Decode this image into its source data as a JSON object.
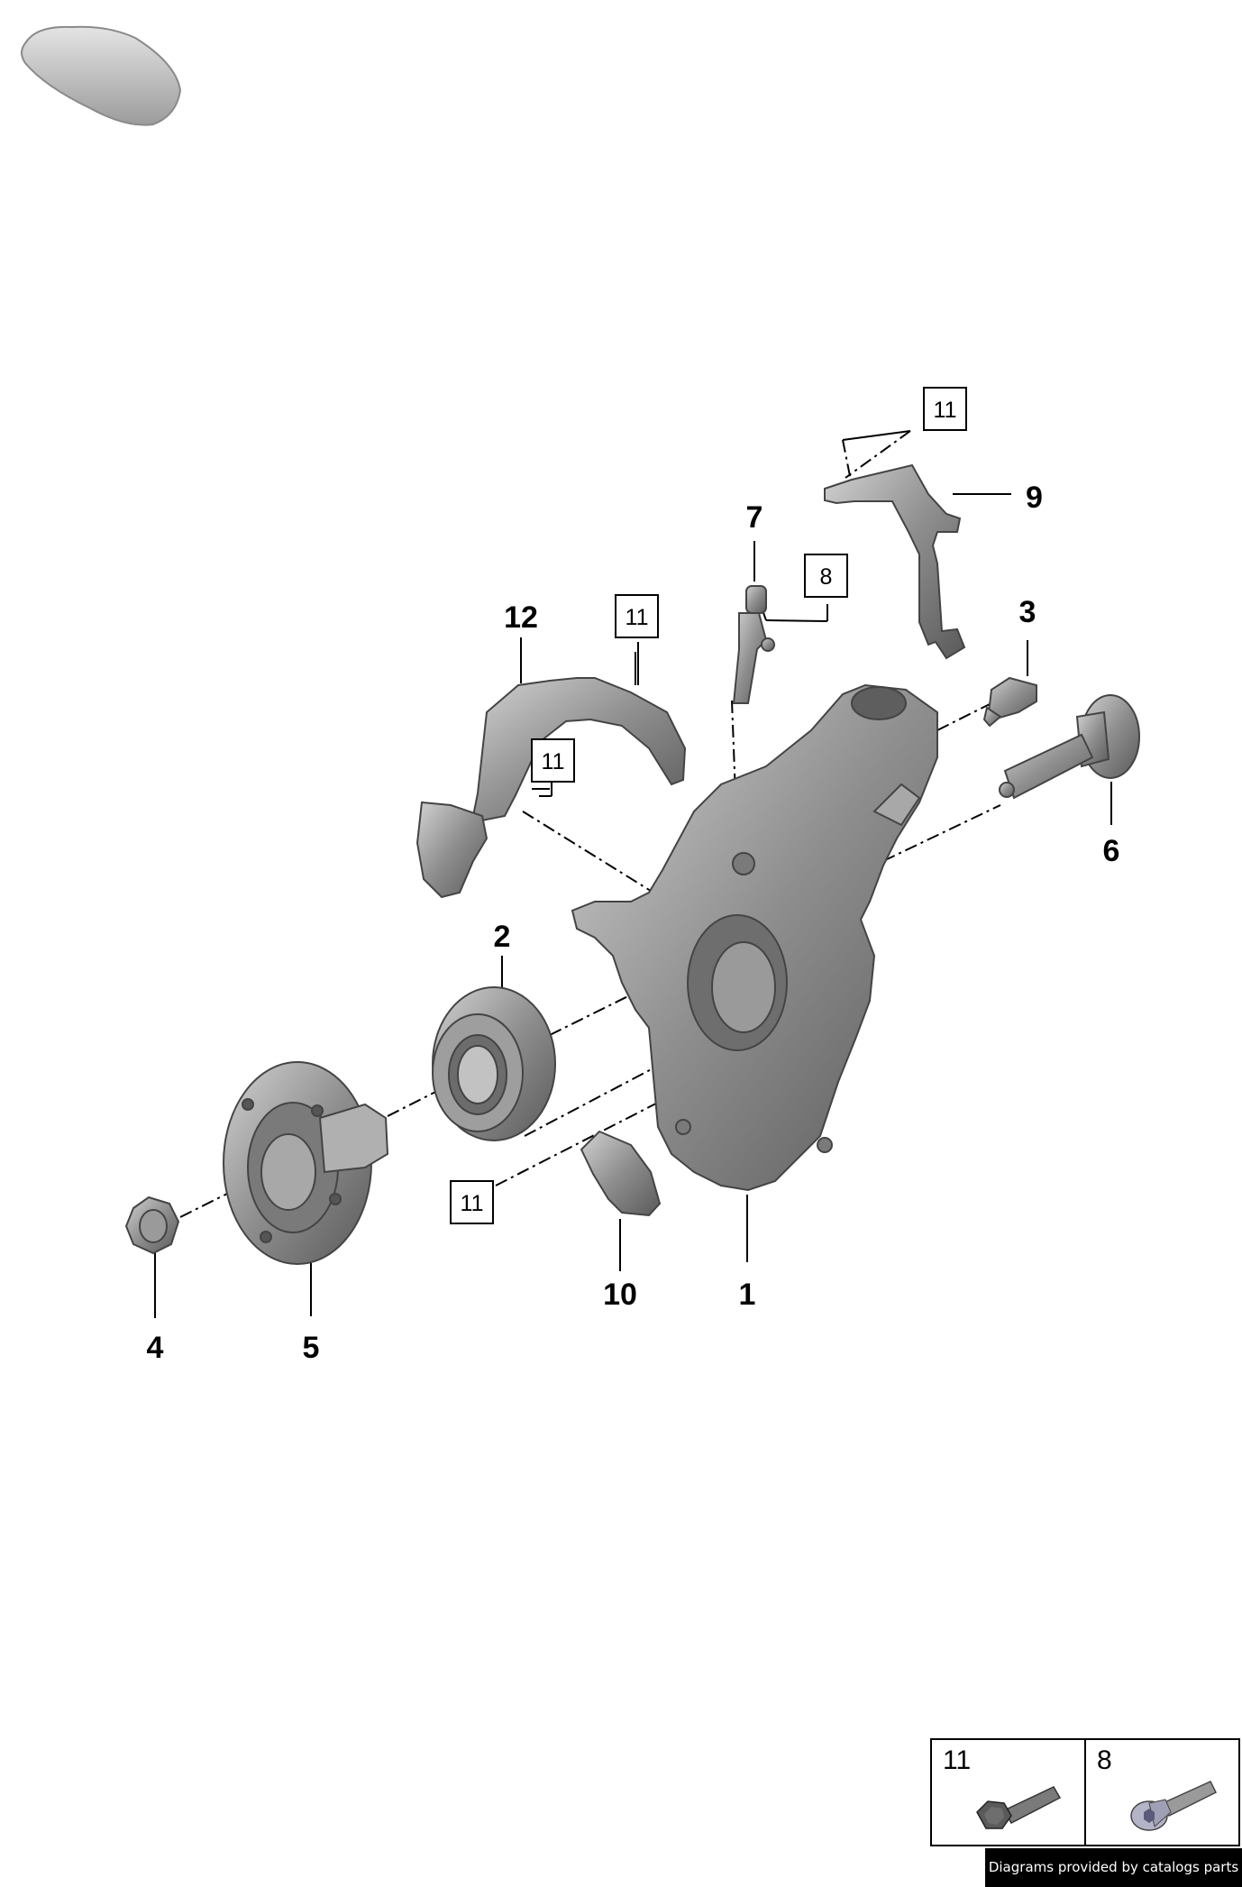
{
  "callouts": {
    "c1": "1",
    "c2": "2",
    "c3": "3",
    "c4": "4",
    "c5": "5",
    "c6": "6",
    "c7": "7",
    "c9": "9",
    "c10": "10",
    "c12": "12"
  },
  "boxed_refs": {
    "b11_top": "11",
    "b8": "8",
    "b11_upper_mid": "11",
    "b11_lower_mid": "11",
    "b11_bottom": "11"
  },
  "legend": {
    "items": [
      {
        "number": "11",
        "icon": "hex-bolt-icon"
      },
      {
        "number": "8",
        "icon": "socket-cap-screw-icon"
      }
    ]
  },
  "footer": {
    "credit": "Diagrams provided by catalogs parts"
  },
  "colors": {
    "part_fill": "#8a8a8a",
    "part_dark": "#5e5e5e",
    "part_light": "#bdbdbd",
    "line": "#000000"
  }
}
